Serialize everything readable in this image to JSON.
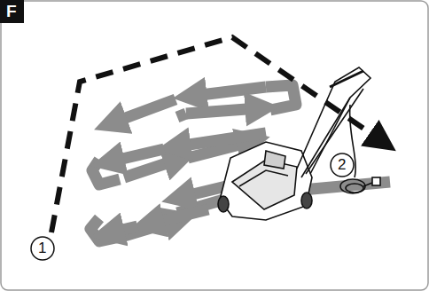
{
  "diagram": {
    "labels": [
      "F",
      "1",
      "2"
    ]
  }
}
